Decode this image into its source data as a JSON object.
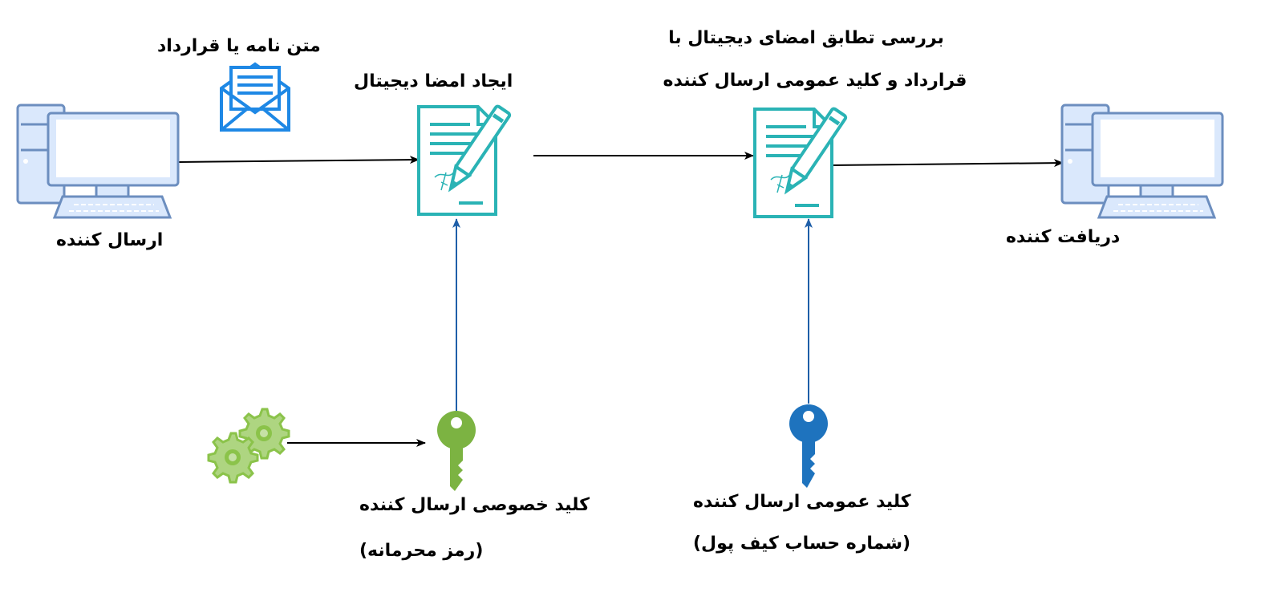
{
  "nodes": {
    "sender": {
      "label": "ارسال کننده",
      "icon": "computer-icon"
    },
    "message": {
      "label": "متن نامه یا قرارداد",
      "icon": "envelope-icon"
    },
    "sign": {
      "label": "ایجاد امضا دیجیتال",
      "icon": "signed-document-icon"
    },
    "verify": {
      "label_line1": "بررسی تطابق امضای دیجیتال با",
      "label_line2": "قرارداد و کلید عمومی ارسال کننده",
      "icon": "signed-document-icon"
    },
    "receiver": {
      "label": "دریافت کننده",
      "icon": "computer-icon"
    },
    "generator": {
      "icon": "gears-icon"
    },
    "private_key": {
      "label_line1": "کلید خصوصی ارسال کننده",
      "label_line2": "(رمز محرمانه)",
      "icon": "key-icon"
    },
    "public_key": {
      "label_line1": "کلید عمومی ارسال کننده",
      "label_line2": "(شماره حساب  کیف پول)",
      "icon": "key-icon"
    }
  },
  "colors": {
    "computer": "#dae8fc",
    "computer_stroke": "#6c8ebf",
    "document": "#2ab3b5",
    "envelope": "#1e88e5",
    "private_key": "#7cb342",
    "public_key": "#1e73be",
    "gears": "#8bc34a",
    "arrow_black": "#000000",
    "arrow_blue": "#1f5fa8"
  }
}
